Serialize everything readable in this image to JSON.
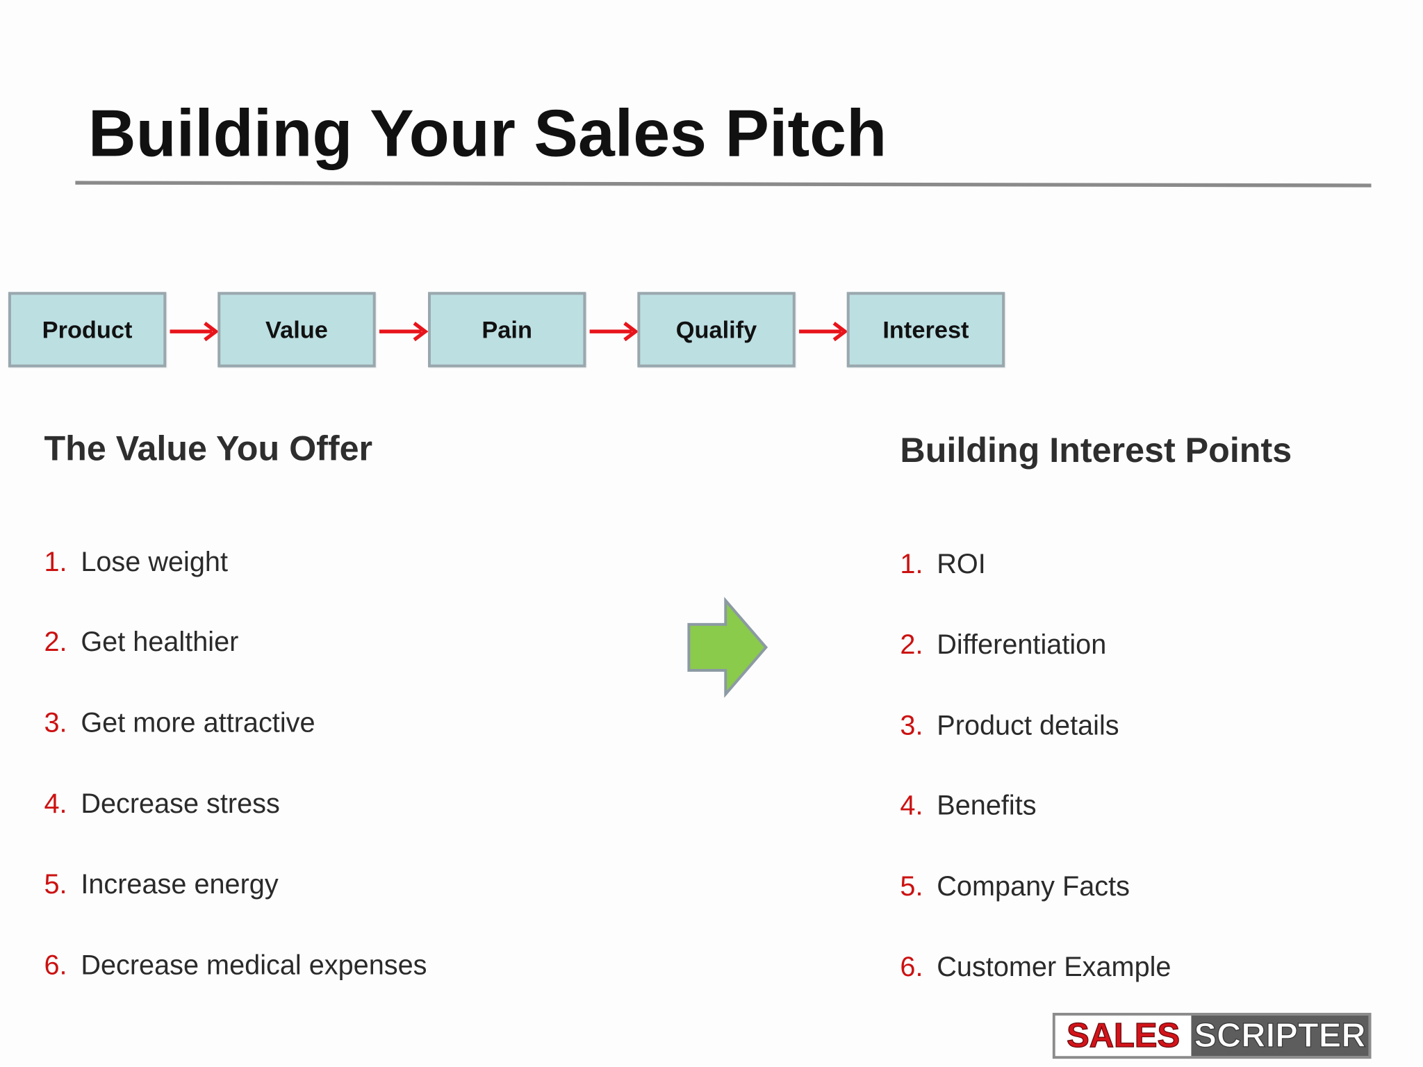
{
  "title": "Building Your Sales Pitch",
  "flow": {
    "steps": [
      "Product",
      "Value",
      "Pain",
      "Qualify",
      "Interest"
    ],
    "arrow_color": "#e8141b",
    "box_color": "#bcdfe2"
  },
  "left": {
    "heading": "The Value You Offer",
    "items": [
      {
        "num": "1.",
        "text": "Lose weight"
      },
      {
        "num": "2.",
        "text": "Get healthier"
      },
      {
        "num": "3.",
        "text": "Get more attractive"
      },
      {
        "num": "4.",
        "text": "Decrease stress"
      },
      {
        "num": "5.",
        "text": "Increase energy"
      },
      {
        "num": "6.",
        "text": "Decrease medical expenses"
      }
    ]
  },
  "right": {
    "heading": "Building Interest Points",
    "items": [
      {
        "num": "1.",
        "text": "ROI"
      },
      {
        "num": "2.",
        "text": "Differentiation"
      },
      {
        "num": "3.",
        "text": "Product details"
      },
      {
        "num": "4.",
        "text": "Benefits"
      },
      {
        "num": "5.",
        "text": "Company Facts"
      },
      {
        "num": "6.",
        "text": "Customer Example"
      }
    ]
  },
  "center_arrow": {
    "icon": "right-arrow-icon",
    "color": "#8acb4b"
  },
  "logo": {
    "part1": "SALES",
    "part2": "SCRIPTER"
  }
}
